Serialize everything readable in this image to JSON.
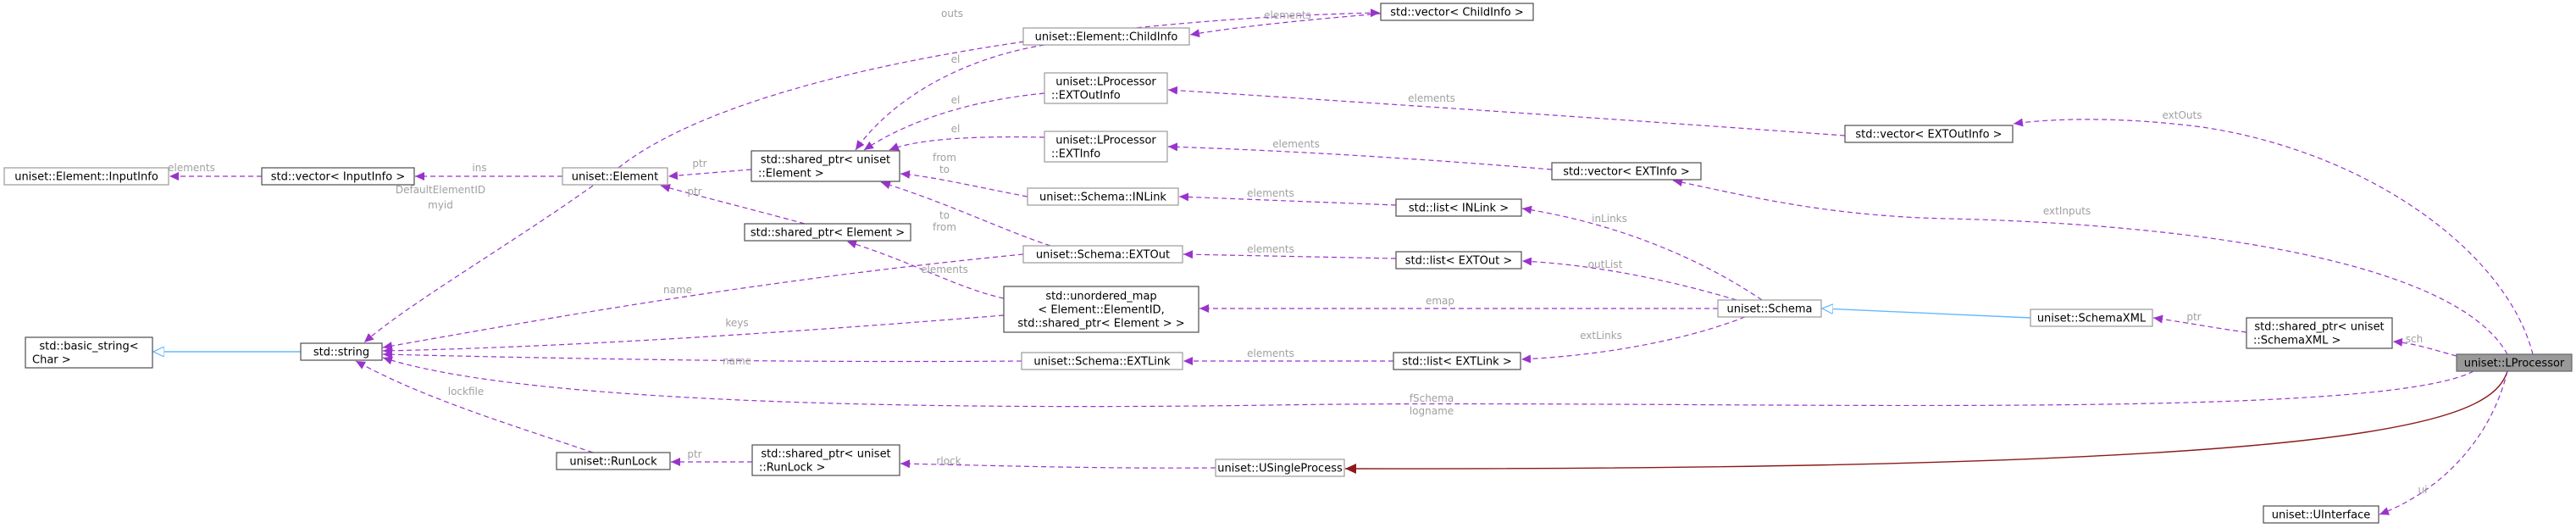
{
  "nodes": [
    {
      "id": "inputinfo",
      "lines": [
        "uniset::Element::InputInfo"
      ],
      "style": "light"
    },
    {
      "id": "vec_inputinfo",
      "lines": [
        "std::vector< InputInfo >"
      ],
      "style": "dark"
    },
    {
      "id": "element",
      "lines": [
        "uniset::Element"
      ],
      "style": "light"
    },
    {
      "id": "childinfo",
      "lines": [
        "uniset::Element::ChildInfo"
      ],
      "style": "light"
    },
    {
      "id": "vec_childinfo",
      "lines": [
        "std::vector< ChildInfo >"
      ],
      "style": "dark"
    },
    {
      "id": "sp_uniset_element",
      "lines": [
        "std::shared_ptr< uniset",
        "::Element >"
      ],
      "style": "dark"
    },
    {
      "id": "extoutinfo",
      "lines": [
        "uniset::LProcessor",
        "::EXTOutInfo"
      ],
      "style": "light"
    },
    {
      "id": "extinfo",
      "lines": [
        "uniset::LProcessor",
        "::EXTInfo"
      ],
      "style": "light"
    },
    {
      "id": "inlink",
      "lines": [
        "uniset::Schema::INLink"
      ],
      "style": "light"
    },
    {
      "id": "sp_element",
      "lines": [
        "std::shared_ptr< Element >"
      ],
      "style": "dark"
    },
    {
      "id": "extout",
      "lines": [
        "uniset::Schema::EXTOut"
      ],
      "style": "light"
    },
    {
      "id": "umap",
      "lines": [
        "std::unordered_map",
        "< Element::ElementID,",
        " std::shared_ptr< Element > >"
      ],
      "style": "dark"
    },
    {
      "id": "extlink",
      "lines": [
        "uniset::Schema::EXTLink"
      ],
      "style": "light"
    },
    {
      "id": "basic_string",
      "lines": [
        "std::basic_string<",
        " Char >"
      ],
      "style": "dark"
    },
    {
      "id": "string",
      "lines": [
        "std::string"
      ],
      "style": "dark"
    },
    {
      "id": "runlock",
      "lines": [
        "uniset::RunLock"
      ],
      "style": "dark"
    },
    {
      "id": "sp_runlock",
      "lines": [
        "std::shared_ptr< uniset",
        "::RunLock >"
      ],
      "style": "dark"
    },
    {
      "id": "usingleprocess",
      "lines": [
        "uniset::USingleProcess"
      ],
      "style": "light"
    },
    {
      "id": "list_inlink",
      "lines": [
        "std::list< INLink >"
      ],
      "style": "dark"
    },
    {
      "id": "list_extout",
      "lines": [
        "std::list< EXTOut >"
      ],
      "style": "dark"
    },
    {
      "id": "list_extlink",
      "lines": [
        "std::list< EXTLink >"
      ],
      "style": "dark"
    },
    {
      "id": "vec_extinfo",
      "lines": [
        "std::vector< EXTInfo >"
      ],
      "style": "dark"
    },
    {
      "id": "vec_extoutinfo",
      "lines": [
        "std::vector< EXTOutInfo >"
      ],
      "style": "dark"
    },
    {
      "id": "schema",
      "lines": [
        "uniset::Schema"
      ],
      "style": "light"
    },
    {
      "id": "schemaxml",
      "lines": [
        "uniset::SchemaXML"
      ],
      "style": "light"
    },
    {
      "id": "sp_schemaxml",
      "lines": [
        "std::shared_ptr< uniset",
        "::SchemaXML >"
      ],
      "style": "dark"
    },
    {
      "id": "lprocessor",
      "lines": [
        "uniset::LProcessor"
      ],
      "style": "highlight"
    },
    {
      "id": "uinterface",
      "lines": [
        "uniset::UInterface"
      ],
      "style": "dark"
    }
  ],
  "edges": [
    {
      "id": "e-elements-inputinfo",
      "label": [
        "elements"
      ],
      "kind": "usage"
    },
    {
      "id": "e-ins",
      "label": [
        "ins"
      ],
      "kind": "usage"
    },
    {
      "id": "e-outs",
      "label": [
        "outs"
      ],
      "kind": "usage"
    },
    {
      "id": "e-elements-childinfo",
      "label": [
        "elements"
      ],
      "kind": "usage"
    },
    {
      "id": "e-ptr-element",
      "label": [
        "ptr"
      ],
      "kind": "usage"
    },
    {
      "id": "e-el-childinfo",
      "label": [
        "el"
      ],
      "kind": "usage"
    },
    {
      "id": "e-el-extoutinfo",
      "label": [
        "el"
      ],
      "kind": "usage"
    },
    {
      "id": "e-el-extinfo",
      "label": [
        "el"
      ],
      "kind": "usage"
    },
    {
      "id": "e-fromto-inlink",
      "label": [
        "from",
        "to"
      ],
      "kind": "usage"
    },
    {
      "id": "e-fromto-extout",
      "label": [
        "from",
        "to"
      ],
      "kind": "usage"
    },
    {
      "id": "e-ptr-spelement",
      "label": [
        "ptr"
      ],
      "kind": "usage"
    },
    {
      "id": "e-elements-umap",
      "label": [
        "elements"
      ],
      "kind": "usage"
    },
    {
      "id": "e-default-elementid",
      "label": [
        "DefaultElementID",
        "myid"
      ],
      "kind": "usage"
    },
    {
      "id": "e-name-extout",
      "label": [
        "name"
      ],
      "kind": "usage"
    },
    {
      "id": "e-keys",
      "label": [
        "keys"
      ],
      "kind": "usage"
    },
    {
      "id": "e-name-extlink",
      "label": [
        "name"
      ],
      "kind": "usage"
    },
    {
      "id": "e-inherit-string",
      "label": [],
      "kind": "inherit"
    },
    {
      "id": "e-lockfile",
      "label": [
        "lockfile"
      ],
      "kind": "usage"
    },
    {
      "id": "e-ptr-runlock",
      "label": [
        "ptr"
      ],
      "kind": "usage"
    },
    {
      "id": "e-rlock",
      "label": [
        "rlock"
      ],
      "kind": "usage"
    },
    {
      "id": "e-elements-extoutinfo",
      "label": [
        "elements"
      ],
      "kind": "usage"
    },
    {
      "id": "e-elements-extinfo",
      "label": [
        "elements"
      ],
      "kind": "usage"
    },
    {
      "id": "e-elements-inlink",
      "label": [
        "elements"
      ],
      "kind": "usage"
    },
    {
      "id": "e-elements-extout",
      "label": [
        "elements"
      ],
      "kind": "usage"
    },
    {
      "id": "e-elements-extlink",
      "label": [
        "elements"
      ],
      "kind": "usage"
    },
    {
      "id": "e-inlinks",
      "label": [
        "inLinks"
      ],
      "kind": "usage"
    },
    {
      "id": "e-outlist",
      "label": [
        "outList"
      ],
      "kind": "usage"
    },
    {
      "id": "e-emap",
      "label": [
        "emap"
      ],
      "kind": "usage"
    },
    {
      "id": "e-extlinks",
      "label": [
        "extLinks"
      ],
      "kind": "usage"
    },
    {
      "id": "e-inherit-schema",
      "label": [],
      "kind": "inherit"
    },
    {
      "id": "e-ptr-schemaxml",
      "label": [
        "ptr"
      ],
      "kind": "usage"
    },
    {
      "id": "e-sch",
      "label": [
        "sch"
      ],
      "kind": "usage"
    },
    {
      "id": "e-extouts",
      "label": [
        "extOuts"
      ],
      "kind": "usage"
    },
    {
      "id": "e-extinputs",
      "label": [
        "extInputs"
      ],
      "kind": "usage"
    },
    {
      "id": "e-fschema",
      "label": [
        "fSchema",
        "logname"
      ],
      "kind": "usage"
    },
    {
      "id": "e-inherit-usingle",
      "label": [],
      "kind": "own"
    },
    {
      "id": "e-ui",
      "label": [
        "ui"
      ],
      "kind": "usage"
    }
  ]
}
